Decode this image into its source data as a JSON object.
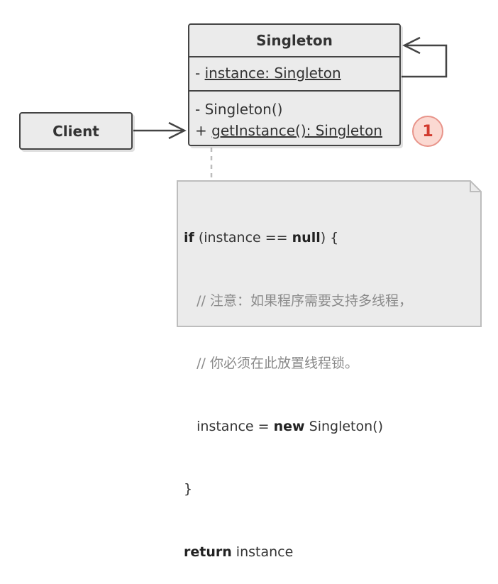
{
  "singleton_class": {
    "name": "Singleton",
    "field": {
      "prefix": "- ",
      "text": "instance: Singleton"
    },
    "methods": [
      {
        "prefix": "- ",
        "text": "Singleton()"
      },
      {
        "prefix": "+ ",
        "text": "getInstance(): Singleton"
      }
    ]
  },
  "client": {
    "name": "Client"
  },
  "badge": {
    "number": "1"
  },
  "note": {
    "lines": [
      {
        "kw1": "if",
        "rest": " (instance == ",
        "kw2": "null",
        "tail": ") {"
      },
      {
        "indent": "   ",
        "comment": "// 注意：如果程序需要支持多线程，"
      },
      {
        "indent": "   ",
        "comment": "// 你必须在此放置线程锁。"
      },
      {
        "indent": "   ",
        "pre": "instance = ",
        "kw": "new",
        "post": " Singleton()"
      },
      {
        "text": "}"
      },
      {
        "kw": "return",
        "post": " instance"
      }
    ]
  },
  "colors": {
    "box_fill": "#ebebeb",
    "stroke": "#444444",
    "note_fill": "#ebebeb",
    "badge_fill": "#fbd9d2",
    "badge_text": "#d23a2e",
    "comment": "#8a8a8a"
  }
}
